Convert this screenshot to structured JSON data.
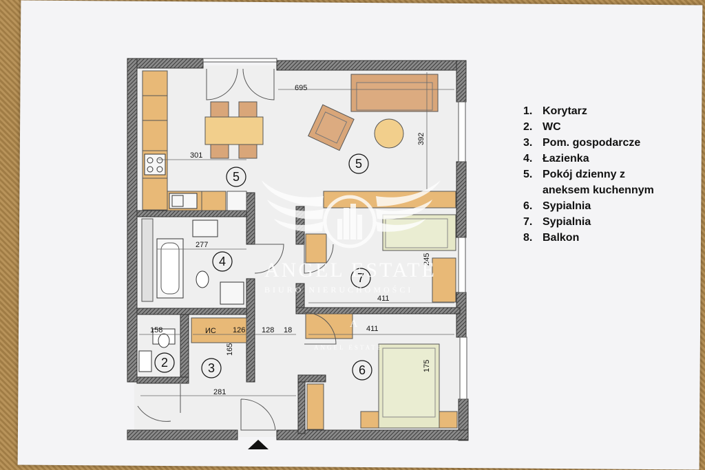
{
  "legend": {
    "items": [
      {
        "num": "1.",
        "label": "Korytarz"
      },
      {
        "num": "2.",
        "label": "WC"
      },
      {
        "num": "3.",
        "label": "Pom. gospodarcze"
      },
      {
        "num": "4.",
        "label": "Łazienka"
      },
      {
        "num": "5.",
        "label": "Pokój dzienny z",
        "cont": "aneksem kuchennym"
      },
      {
        "num": "6.",
        "label": "Sypialnia"
      },
      {
        "num": "7.",
        "label": "Sypialnia"
      },
      {
        "num": "8.",
        "label": "Balkon"
      }
    ]
  },
  "plan": {
    "room_numbers": {
      "living_left": "5",
      "living_right": "5",
      "bathroom": "4",
      "wc": "2",
      "utility": "3",
      "bedroom_6": "6",
      "bedroom_7": "7"
    },
    "dimensions": {
      "living_width": "695",
      "kitchen_width": "301",
      "living_depth": "392",
      "bath_width": "277",
      "bed7_depth": "245",
      "bed7_width": "411",
      "wc_width": "158",
      "utility_width": "126",
      "utility_depth": "165",
      "hall_a": "128",
      "hall_b": "18",
      "bed6_width": "411",
      "bed6_depth": "175",
      "hall_length": "281"
    },
    "closet_label": "ИС"
  },
  "watermark": {
    "brand": "ANGEL ESTATE",
    "tagline": "BIURO NIERUCHOMOŚCI",
    "small": "ANGEL ESTATE",
    "initial": "A"
  },
  "colors": {
    "wall": "#4a4a4a",
    "furniture": "#e8b977",
    "bed": "#e6e8c8",
    "floor": "#eeeeee"
  }
}
